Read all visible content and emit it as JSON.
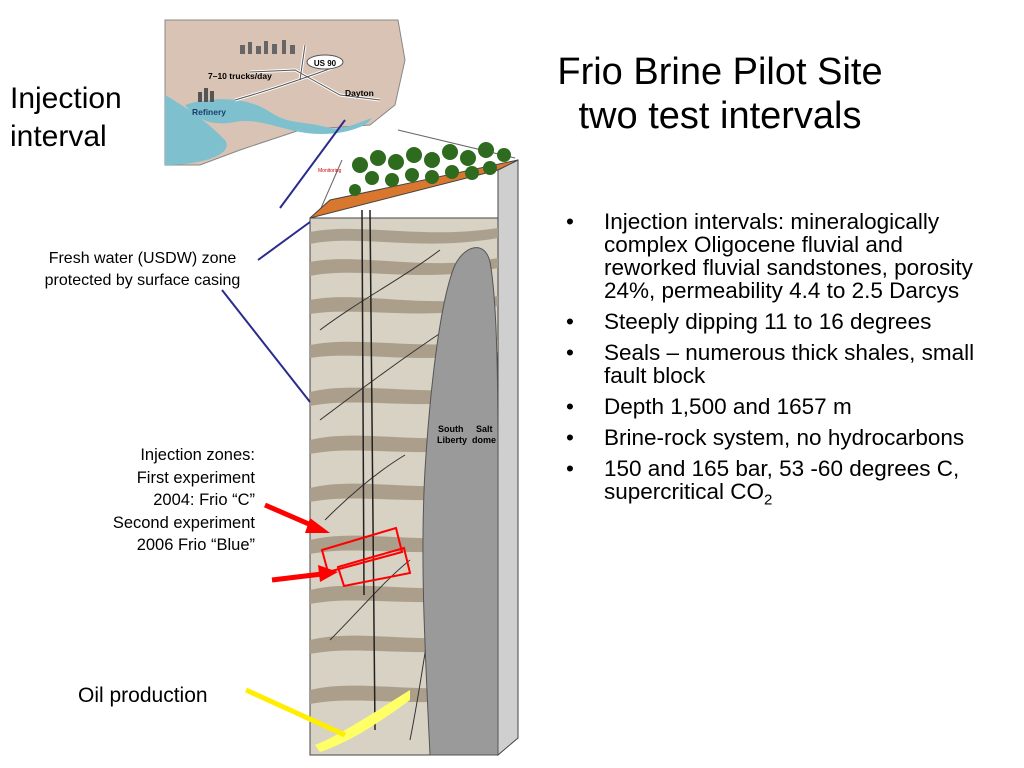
{
  "slide": {
    "title_line1": "Frio Brine Pilot Site",
    "title_line2": "two test intervals",
    "injection_interval_line1": "Injection",
    "injection_interval_line2": "interval",
    "fresh_water_line1": "Fresh water (USDW) zone",
    "fresh_water_line2": "protected by surface casing",
    "injection_zones": [
      "Injection zones:",
      "First experiment",
      "2004: Frio “C”",
      "Second experiment",
      "2006 Frio “Blue”"
    ],
    "oil_production": "Oil production",
    "bullet_char": "•",
    "bullets": [
      "Injection intervals: mineralogically complex Oligocene fluvial and reworked fluvial sandstones, porosity 24%, permeability 4.4 to 2.5 Darcys",
      "Steeply dipping 11 to 16 degrees",
      "Seals – numerous thick shales, small fault block",
      "Depth 1,500 and 1657 m",
      "Brine-rock system, no hydrocarbons"
    ],
    "last_bullet_main": "150 and 165 bar, 53 -60 degrees C, supercritical CO",
    "last_bullet_sub": "2"
  },
  "map": {
    "us90": "US 90",
    "trucks": "7–10 trucks/day",
    "dayton": "Dayton",
    "refinery": "Refinery",
    "monitoring": "Monitoring"
  },
  "block": {
    "south_liberty_1": "South",
    "south_liberty_2": "Liberty",
    "salt_dome_1": "Salt",
    "salt_dome_2": "dome"
  },
  "colors": {
    "water": "#7fc0cf",
    "land": "#d9c3b4",
    "soil": "#d9772e",
    "tree": "#2e6b1f",
    "salt": "#9a9a9a",
    "arrow": "#ff0000",
    "leader": "#2b2b8c",
    "oil": "#ffff33"
  }
}
